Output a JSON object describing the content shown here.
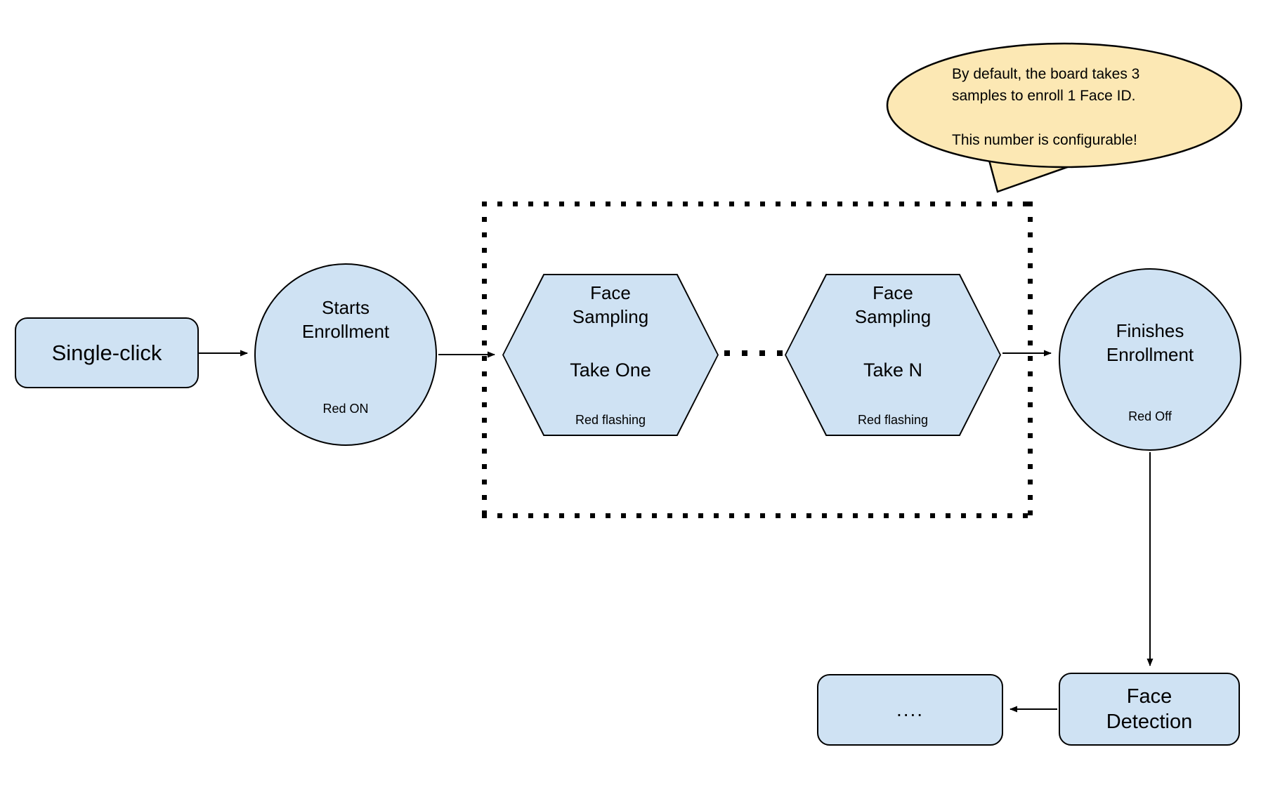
{
  "nodes": {
    "single_click": {
      "label": "Single-click"
    },
    "starts_enrollment": {
      "name_line1": "Starts",
      "name_line2": "Enrollment",
      "status": "Red ON"
    },
    "face_sampling_one": {
      "name_line1": "Face",
      "name_line2": "Sampling",
      "step": "Take One",
      "status": "Red flashing"
    },
    "face_sampling_n": {
      "name_line1": "Face",
      "name_line2": "Sampling",
      "step": "Take N",
      "status": "Red flashing"
    },
    "finishes_enrollment": {
      "name_line1": "Finishes",
      "name_line2": "Enrollment",
      "status": "Red Off"
    },
    "ellipsis": {
      "label": "...."
    },
    "face_detection": {
      "name_line1": "Face",
      "name_line2": "Detection"
    }
  },
  "callout": {
    "line1": "By default, the board takes 3",
    "line2": "samples to enroll 1 Face ID.",
    "line3": "This number is configurable!"
  },
  "colors": {
    "node_fill": "#cfe2f3",
    "node_border": "#000000",
    "callout_fill": "#fce8b4",
    "line": "#000000",
    "background": "#ffffff"
  }
}
